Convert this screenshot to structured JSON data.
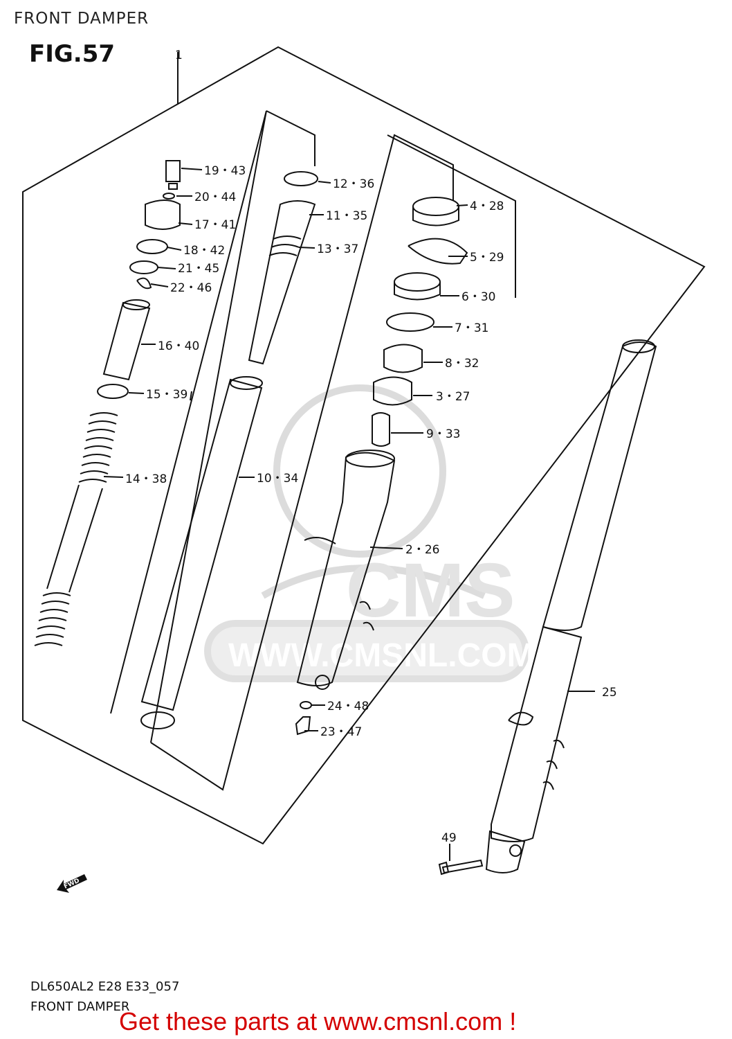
{
  "header": {
    "title": "FRONT DAMPER"
  },
  "figure": {
    "label": "FIG.57"
  },
  "watermark": {
    "brand": "CMS",
    "url": "WWW.CMSNL.COM"
  },
  "callouts": {
    "c1": "1",
    "c19": "19・43",
    "c20": "20・44",
    "c17": "17・41",
    "c18": "18・42",
    "c21": "21・45",
    "c22": "22・46",
    "c16": "16・40",
    "c15": "15・39",
    "c14": "14・38",
    "c10": "10・34",
    "c12": "12・36",
    "c11": "11・35",
    "c13": "13・37",
    "c4": "4・28",
    "c5": "5・29",
    "c6": "6・30",
    "c7": "7・31",
    "c8": "8・32",
    "c3": "3・27",
    "c9": "9・33",
    "c2": "2・26",
    "c24": "24・48",
    "c23": "23・47",
    "c25": "25",
    "c49": "49",
    "fwd": "FWD"
  },
  "footer": {
    "model_code": "DL650AL2 E28 E33_057",
    "caption": "FRONT DAMPER",
    "promo": "Get these parts at www.cmsnl.com !"
  },
  "colors": {
    "promo": "#d40000",
    "line": "#111111",
    "watermark": "#d9d9d9"
  }
}
